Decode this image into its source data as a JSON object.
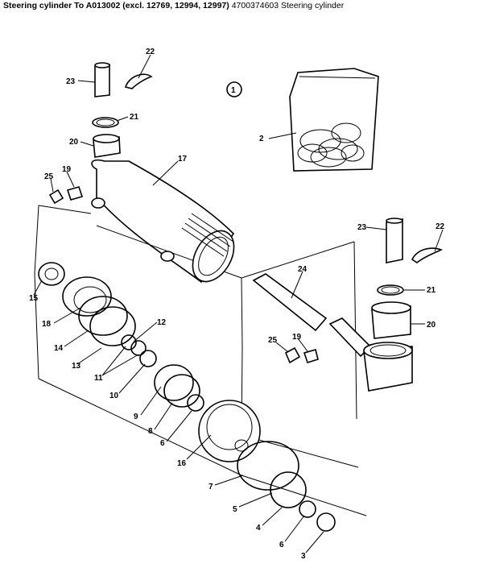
{
  "header": {
    "title": "Steering cylinder To A013002 (excl. 12769, 12994, 12997)",
    "subtitle": "4700374603 Steering cylinder"
  },
  "kit_marker": "1",
  "parts": {
    "p2": "2",
    "p3": "3",
    "p4": "4",
    "p5": "5",
    "p6a": "6",
    "p6b": "6",
    "p7": "7",
    "p8": "8",
    "p9": "9",
    "p10": "10",
    "p11": "11",
    "p12": "12",
    "p13": "13",
    "p14": "14",
    "p15": "15",
    "p16": "16",
    "p17": "17",
    "p18": "18",
    "p19a": "19",
    "p19b": "19",
    "p20a": "20",
    "p20b": "20",
    "p21a": "21",
    "p21b": "21",
    "p22a": "22",
    "p22b": "22",
    "p23a": "23",
    "p23b": "23",
    "p24": "24",
    "p25a": "25",
    "p25b": "25"
  }
}
